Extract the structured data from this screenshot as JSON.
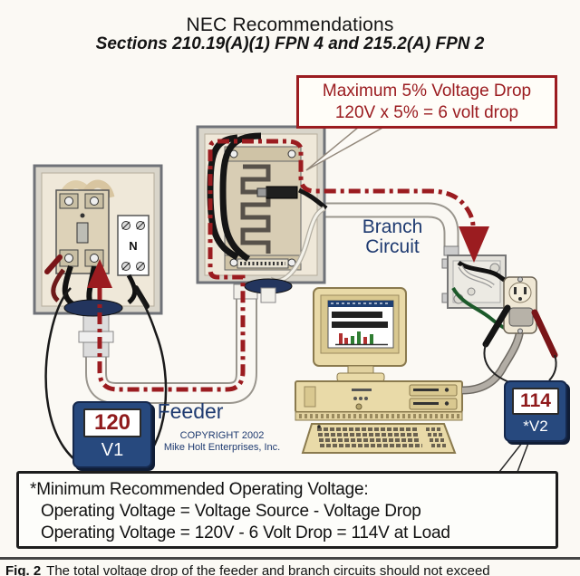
{
  "header": {
    "title": "NEC Recommendations",
    "subtitle": "Sections 210.19(A)(1) FPN 4 and 215.2(A) FPN 2"
  },
  "callout": {
    "line1": "Maximum 5% Voltage Drop",
    "line2": "120V x 5% = 6 volt drop"
  },
  "diagram": {
    "branch_label_line1": "Branch",
    "branch_label_line2": "Circuit",
    "feeder_label": "Feeder",
    "neutral_label": "N",
    "copyright_line1": "COPYRIGHT 2002",
    "copyright_line2": "Mike Holt Enterprises, Inc.",
    "meter_v1": {
      "value": "120",
      "label": "V1"
    },
    "meter_v2": {
      "value": "114",
      "label": "*V2"
    }
  },
  "note_box": {
    "line1": "*Minimum Recommended Operating Voltage:",
    "line2": "Operating Voltage = Voltage Source - Voltage Drop",
    "line3": "Operating Voltage = 120V - 6 Volt Drop = 114V at Load"
  },
  "caption": {
    "prefix": "Fig. 2",
    "text": "The total voltage drop of the feeder and branch circuits should not exceed"
  },
  "colors": {
    "accent_red": "#9b1c20",
    "label_navy": "#1e3a70",
    "meter_navy": "#27497e"
  }
}
